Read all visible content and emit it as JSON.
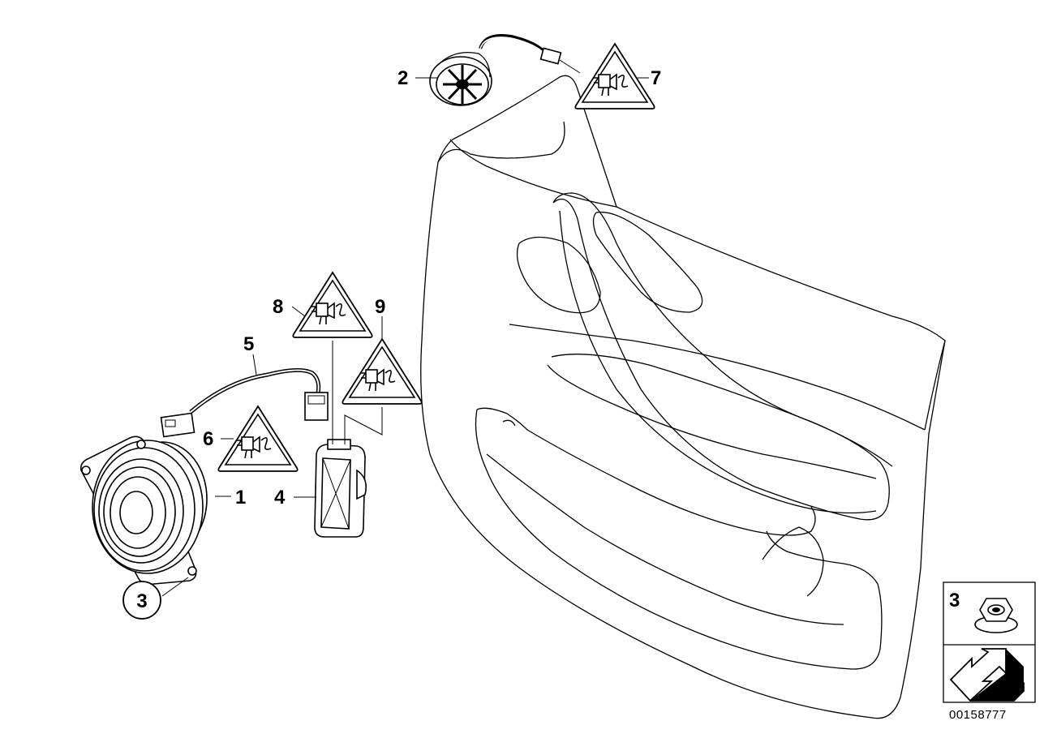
{
  "callouts": [
    {
      "id": "1",
      "text": "1"
    },
    {
      "id": "2",
      "text": "2"
    },
    {
      "id": "3",
      "text": "3"
    },
    {
      "id": "4",
      "text": "4"
    },
    {
      "id": "5",
      "text": "5"
    },
    {
      "id": "6",
      "text": "6"
    },
    {
      "id": "7",
      "text": "7"
    },
    {
      "id": "8",
      "text": "8"
    },
    {
      "id": "9",
      "text": "9"
    }
  ],
  "legend": {
    "nut_label": "3"
  },
  "document_number": "00158777",
  "icons": [
    "speaker-icon",
    "tweeter-icon",
    "connector-warning-icon",
    "nut-icon",
    "arrow-icon"
  ]
}
